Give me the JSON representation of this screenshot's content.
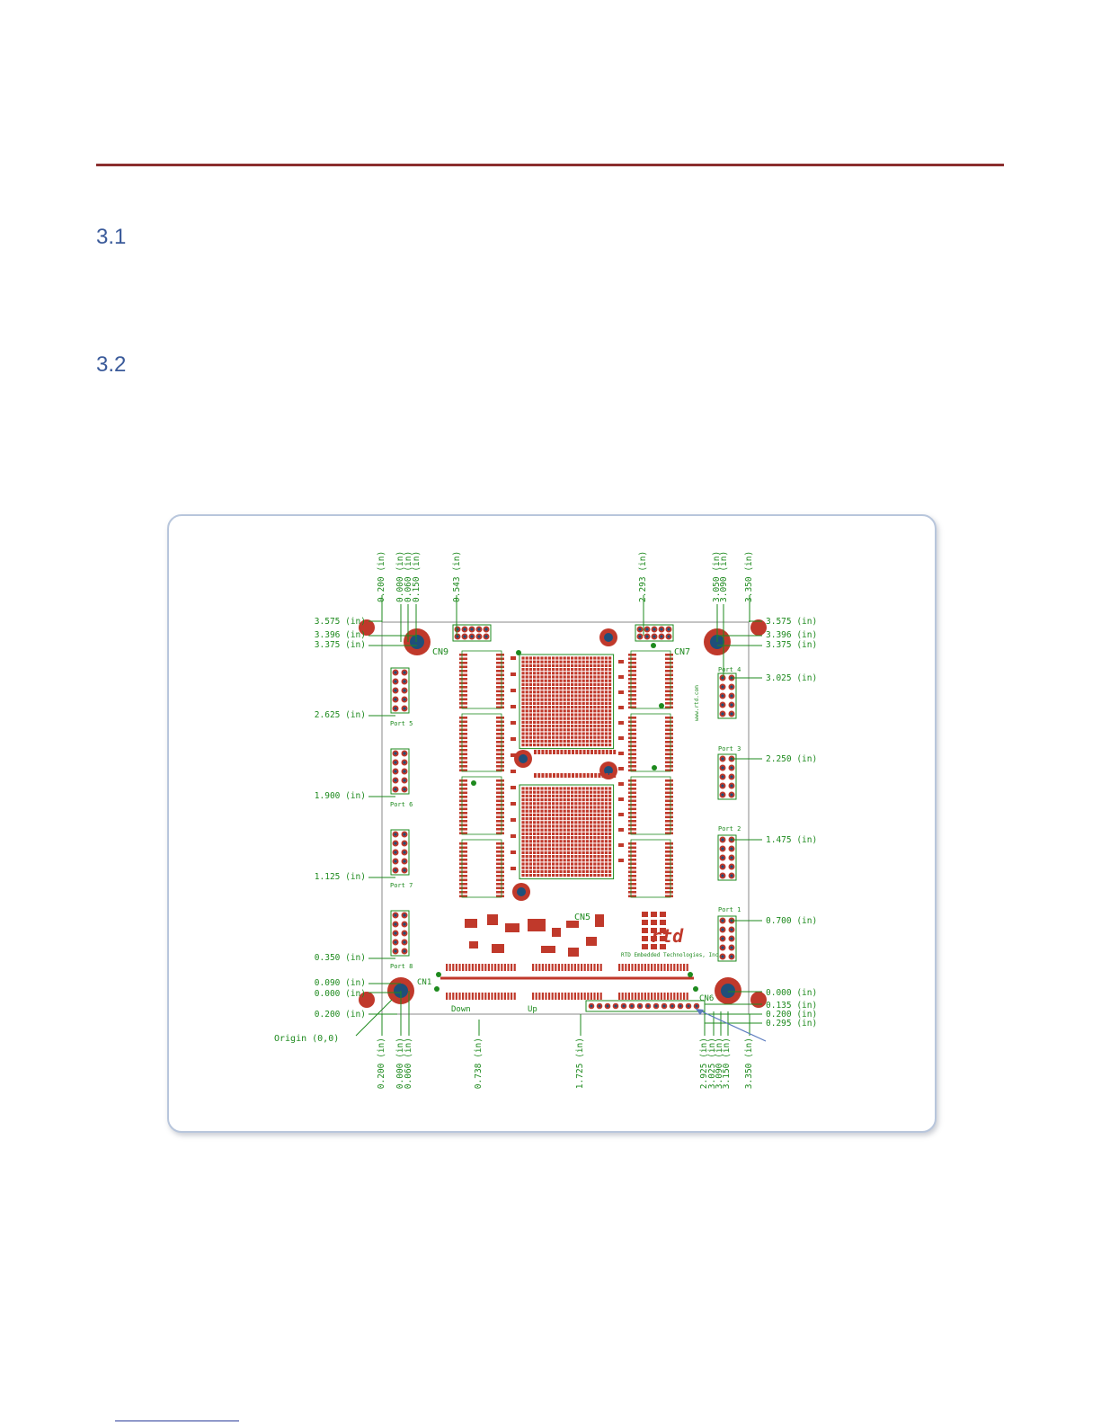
{
  "sections": [
    {
      "number": "3.1"
    },
    {
      "number": "3.2"
    }
  ],
  "colors": {
    "rule": "#8b2e2e",
    "copper": "#c0392b",
    "silk": "#1e8a1e",
    "via": "#1f4f7a",
    "frame": "#b8c6dc",
    "heading": "#3a5a9a"
  },
  "diagram": {
    "top_labels": [
      "0.200 (in)",
      "0.000 (in)",
      "0.060 (in)",
      "0.150 (in)",
      "0.543 (in)",
      "2.293 (in)",
      "3.050 (in)",
      "3.090 (in)",
      "3.350 (in)"
    ],
    "bottom_labels": [
      "0.200 (in)",
      "0.000 (in)",
      "0.060 (in)",
      "0.738 (in)",
      "1.725 (in)",
      "2.925 (in)",
      "3.025 (in)",
      "3.090 (in)",
      "3.150 (in)",
      "3.350 (in)"
    ],
    "left_labels": [
      "3.575 (in)",
      "3.396 (in)",
      "3.375 (in)",
      "2.625 (in)",
      "1.900 (in)",
      "1.125 (in)",
      "0.350 (in)",
      "0.090 (in)",
      "0.000 (in)",
      "0.200 (in)"
    ],
    "right_labels": [
      "3.575 (in)",
      "3.396 (in)",
      "3.375 (in)",
      "3.025 (in)",
      "2.250 (in)",
      "1.475 (in)",
      "0.700 (in)",
      "0.000 (in)",
      "0.135 (in)",
      "0.200 (in)",
      "0.295 (in)"
    ],
    "origin_label": "Origin (0,0)",
    "connectors": {
      "cn9": "CN9",
      "cn7": "CN7",
      "cn5": "CN5",
      "cn1": "CN1",
      "cn6": "CN6"
    },
    "ports": {
      "p5": "Port 5",
      "p6": "Port 6",
      "p7": "Port 7",
      "p8": "Port 8",
      "p4": "Port 4",
      "p3": "Port 3",
      "p2": "Port 2",
      "p1": "Port 1"
    },
    "down_label": "Down",
    "up_label": "Up",
    "www": "www.rtd.com",
    "company": "RTD Embedded Technologies, Inc.",
    "logo": "rtd"
  }
}
